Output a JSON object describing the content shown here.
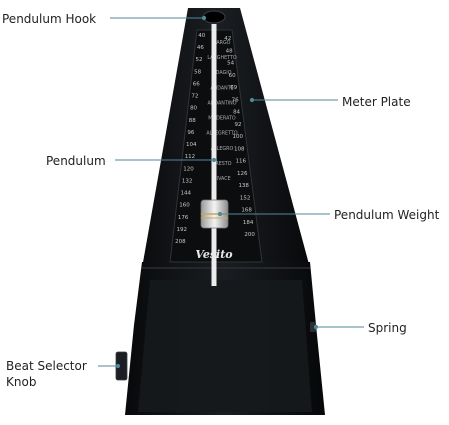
{
  "labels": {
    "pendulum_hook": "Pendulum Hook",
    "meter_plate": "Meter Plate",
    "pendulum": "Pendulum",
    "pendulum_weight": "Pendulum Weight",
    "spring": "Spring",
    "beat_selector_line1": "Beat Selector",
    "beat_selector_line2": "Knob"
  },
  "brand": "Vesito",
  "scale_left": [
    "40",
    "46",
    "52",
    "58",
    "66",
    "72",
    "80",
    "88",
    "96",
    "104",
    "112",
    "120",
    "132",
    "144",
    "160",
    "176",
    "192",
    "208"
  ],
  "scale_right": [
    "42",
    "48",
    "54",
    "60",
    "69",
    "76",
    "84",
    "92",
    "100",
    "108",
    "116",
    "126",
    "138",
    "152",
    "168",
    "184",
    "200"
  ],
  "tempo_marks": [
    "LARGO",
    "LARGHETTO",
    "ADAGIO",
    "ANDANTE",
    "ANDANTINO",
    "MODERATO",
    "ALLEGRETTO",
    "ALLEGRO",
    "PRESTO",
    "VIVACE"
  ],
  "colors": {
    "body": "#121417",
    "body_dark": "#07080a",
    "accent_line": "#4f8a9a",
    "scale_text": "#c9c9c9",
    "rod": "#e9e9e9"
  }
}
